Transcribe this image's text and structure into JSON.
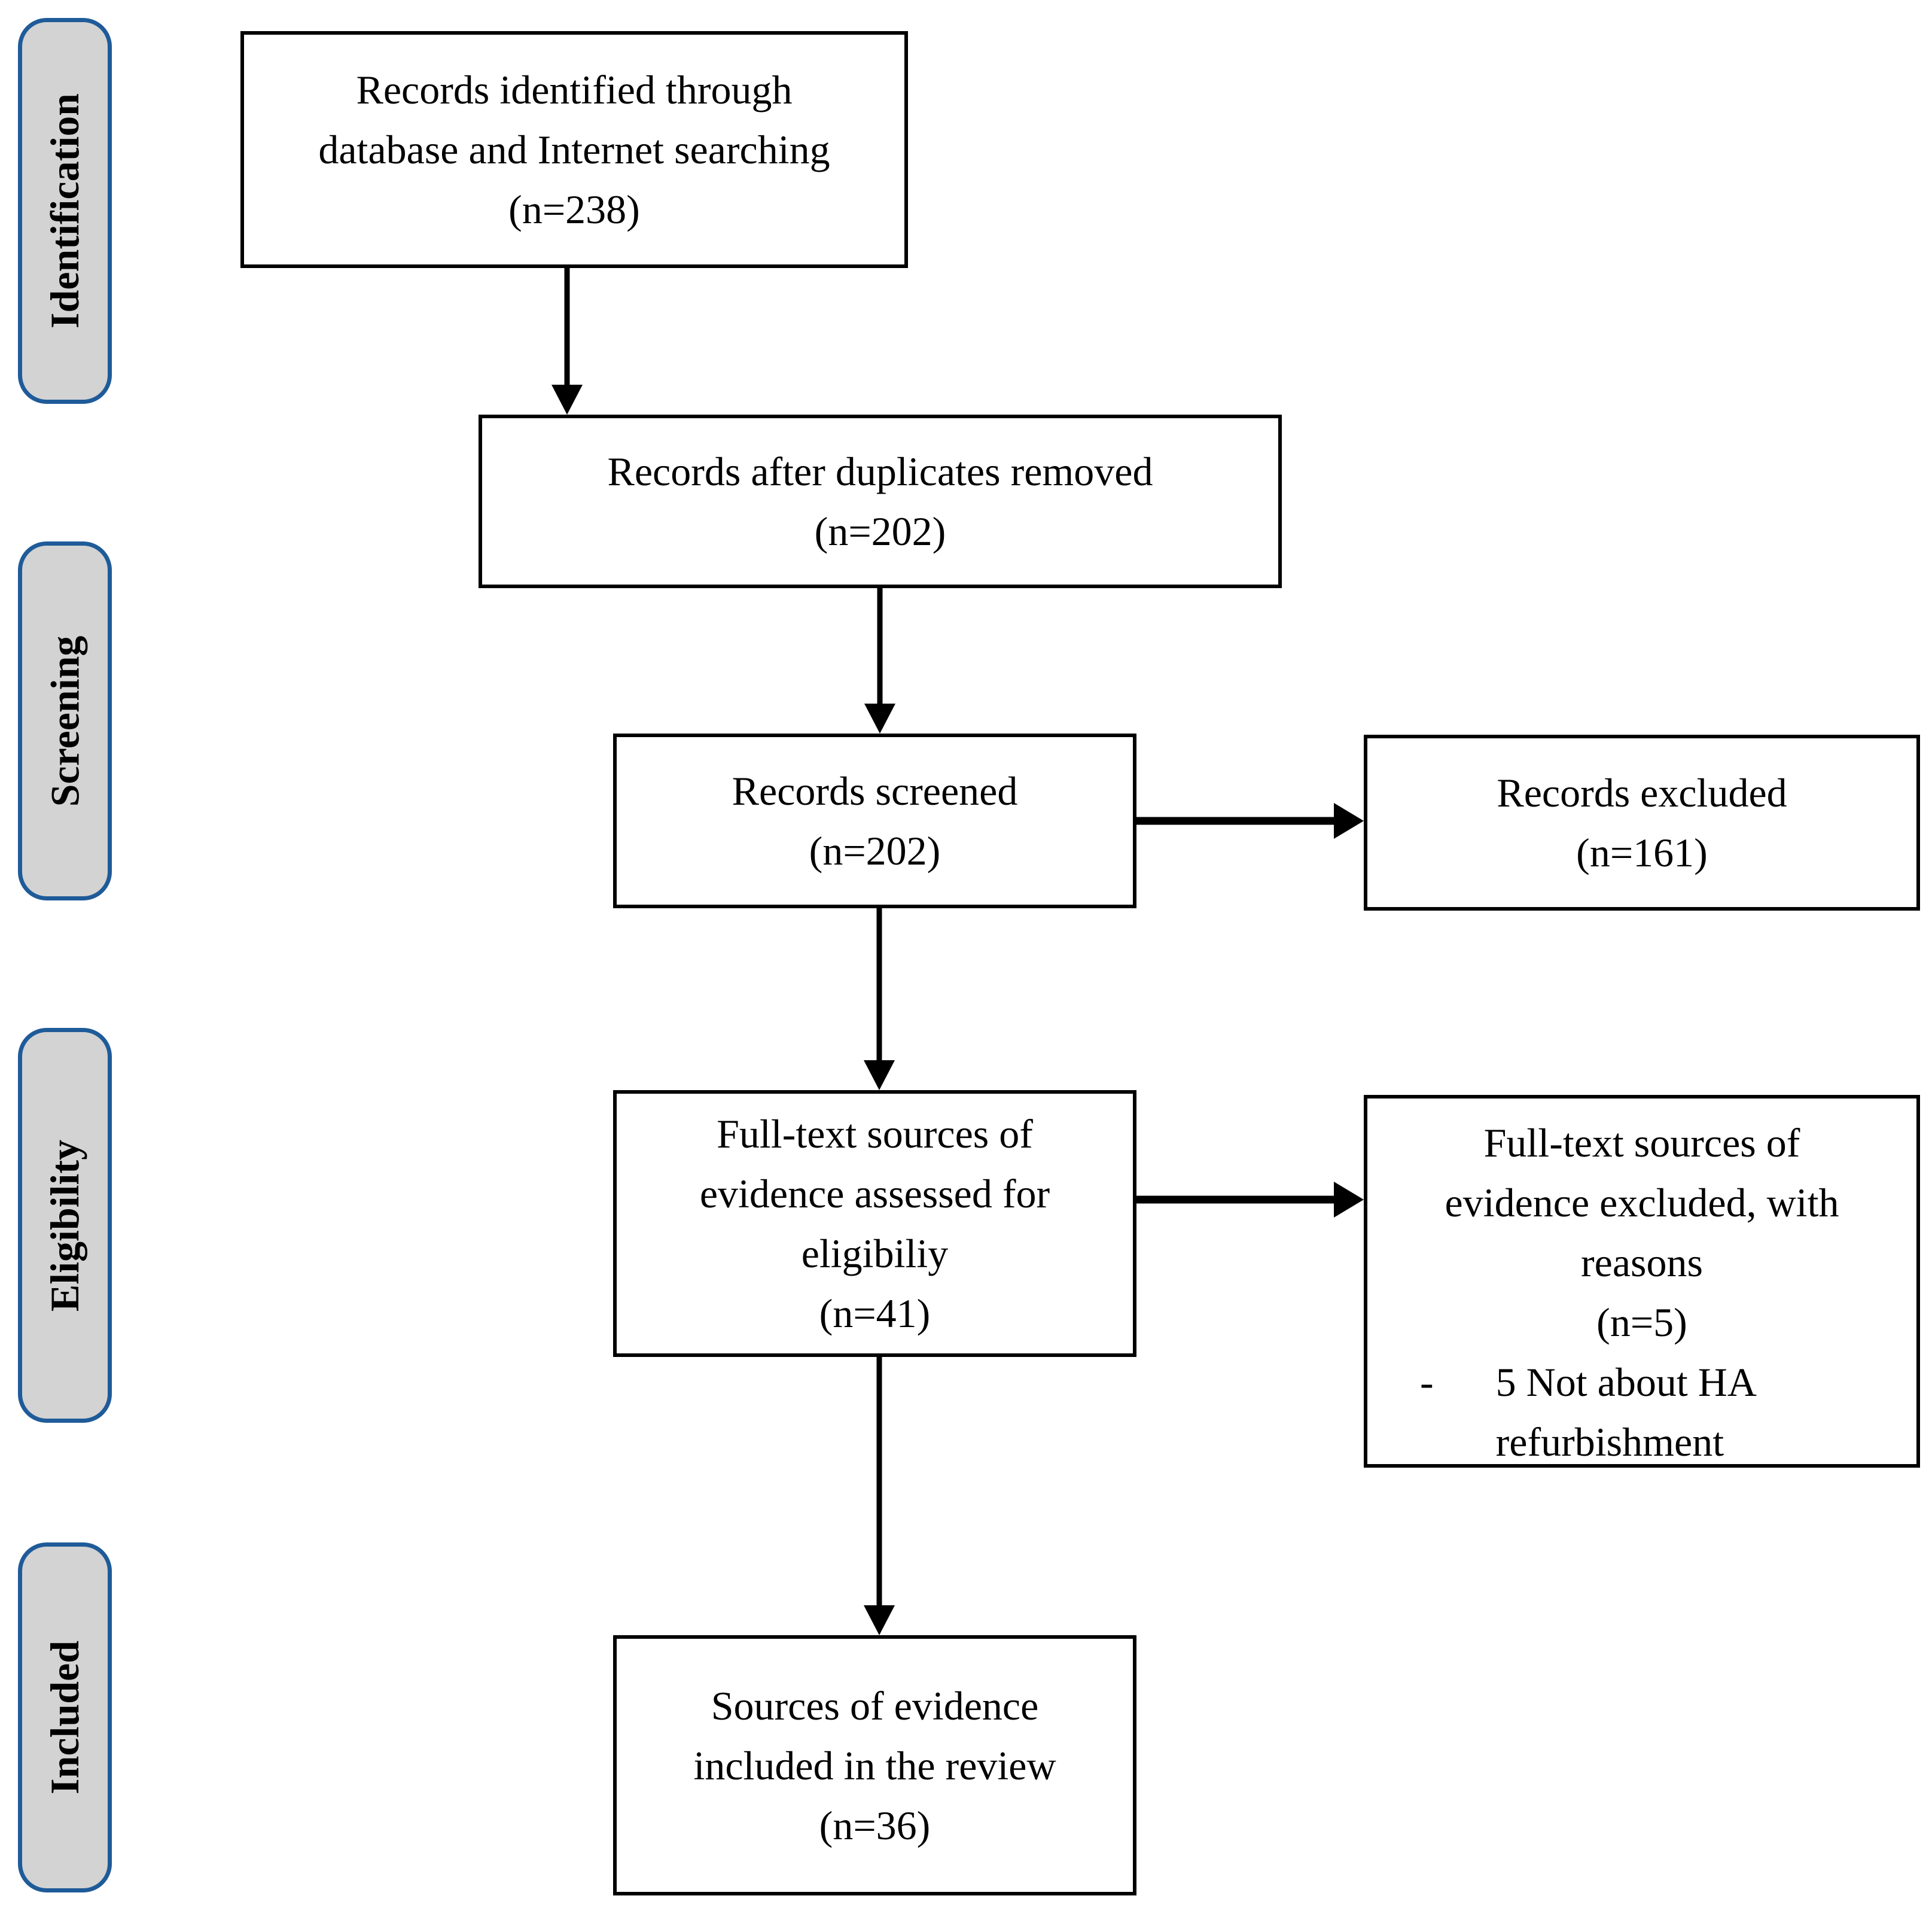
{
  "colors": {
    "stage_fill": "#d3d3d3",
    "stage_border": "#1f5b99",
    "box_border": "#000000",
    "text": "#000000",
    "background": "#ffffff"
  },
  "sidebar": {
    "stages": [
      {
        "id": "identification",
        "label": "Identification"
      },
      {
        "id": "screening",
        "label": "Screening"
      },
      {
        "id": "eligibility",
        "label": "Eligibility"
      },
      {
        "id": "included",
        "label": "Included"
      }
    ]
  },
  "boxes": {
    "identified": {
      "lines": [
        "Records identified through",
        "database and Internet searching",
        "(n=238)"
      ]
    },
    "deduplicated": {
      "lines": [
        "Records after duplicates removed",
        "(n=202)"
      ]
    },
    "screened": {
      "lines": [
        "Records screened",
        "(n=202)"
      ]
    },
    "excluded": {
      "lines": [
        "Records excluded",
        "(n=161)"
      ]
    },
    "assessed": {
      "lines": [
        "Full-text sources of",
        "evidence assessed for",
        "eligibiliy",
        "(n=41)"
      ]
    },
    "fulltext_excluded": {
      "lines": [
        "Full-text sources of",
        "evidence excluded, with",
        "reasons",
        "(n=5)"
      ],
      "reason_bullet": "-",
      "reason_text": "5 Not about HA refurbishment"
    },
    "included_review": {
      "lines": [
        "Sources of evidence",
        "included in the review",
        "(n=36)"
      ]
    }
  }
}
